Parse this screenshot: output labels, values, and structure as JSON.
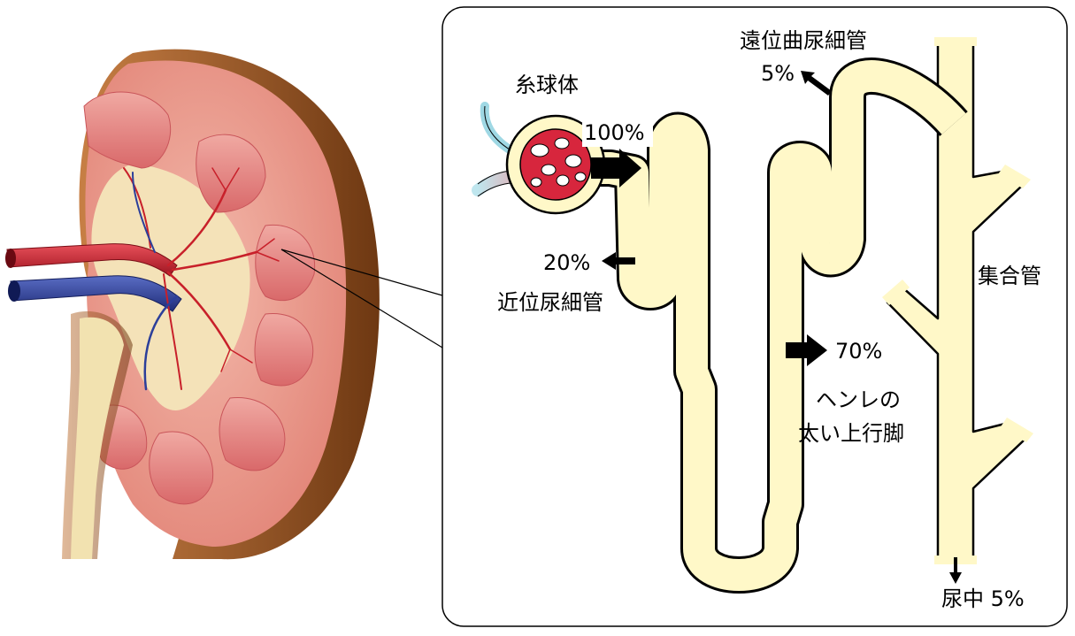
{
  "colors": {
    "tubule_fill": "#FFF8C8",
    "tubule_stroke": "#000000",
    "artery": "#C8202A",
    "vein": "#2C3F9A",
    "kidney_cortex": "#E99A8C",
    "kidney_capsule": "#8A4A1F",
    "pyramid": "#E58B8B",
    "ureter": "#F2E2B0"
  },
  "labels": {
    "glomerulus": "糸球体",
    "proximal": "近位尿細管",
    "distal": "遠位曲尿細管",
    "henle_line1": "ヘンレの",
    "henle_line2": "太い上行脚",
    "collecting": "集合管",
    "urine": "尿中 5%"
  },
  "percentages": {
    "filtered": "100%",
    "proximal_out": "20%",
    "henle_out": "70%",
    "distal_out": "5%"
  },
  "icons": {
    "arrow_in": "arrow-right-icon",
    "arrow_out_left": "arrow-left-icon",
    "arrow_out_right": "arrow-right-icon",
    "arrow_out_up": "arrow-up-left-icon",
    "arrow_down": "arrow-down-icon"
  }
}
